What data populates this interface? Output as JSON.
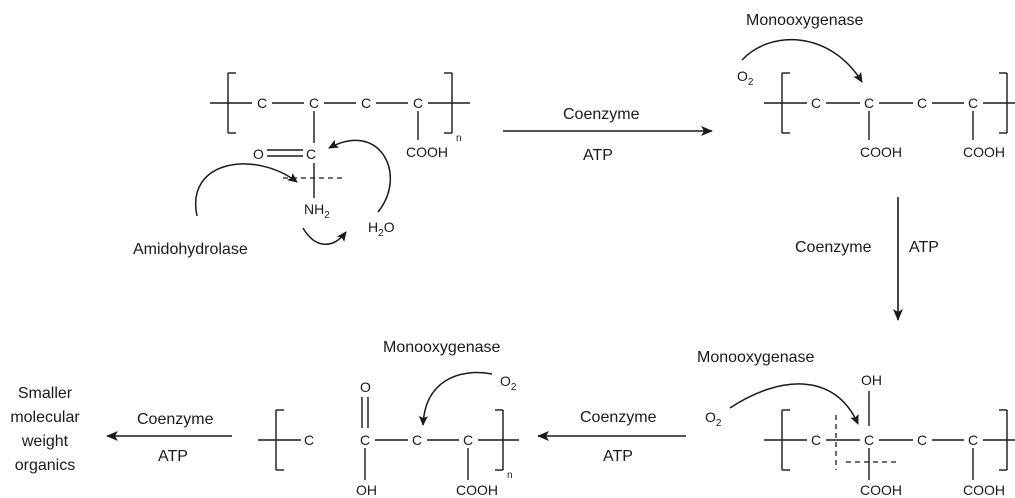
{
  "enzymes": {
    "amidohydrolase": "Amidohydrolase",
    "monooxygenase": "Monooxygenase"
  },
  "cofactors": {
    "coenzyme": "Coenzyme",
    "atp": "ATP"
  },
  "reagents": {
    "o2": "O",
    "o2_sub": "2",
    "h2o_h": "H",
    "h2o_sub": "2",
    "h2o_o": "O",
    "nh2_n": "NH",
    "nh2_sub": "2"
  },
  "atoms": {
    "c": "C",
    "o": "O",
    "oh": "OH",
    "cooh": "COOH",
    "n": "n"
  },
  "product": {
    "line1": "Smaller",
    "line2": "molecular",
    "line3": "weight",
    "line4": "organics"
  }
}
